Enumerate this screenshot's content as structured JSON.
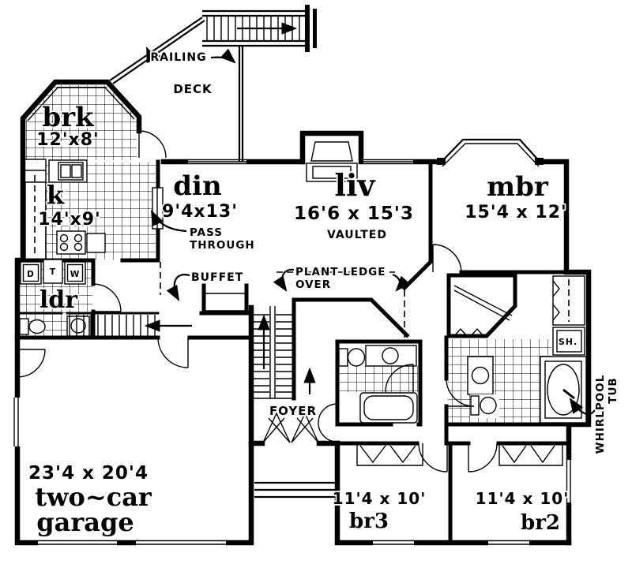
{
  "document": {
    "kind": "house floor plan, main level, black ink on white"
  },
  "colors": {
    "ink": "#000000",
    "paper": "#ffffff"
  },
  "rooms": {
    "breakfast": {
      "name": "brk",
      "dim": "12'x8'"
    },
    "kitchen": {
      "name": "k",
      "dim": "14'x9'"
    },
    "dining": {
      "name": "din",
      "dim": "9'4x13'"
    },
    "living": {
      "name": "liv",
      "dim": "16'6 x 15'3",
      "note": "VAULTED"
    },
    "master_bedroom": {
      "name": "mbr",
      "dim": "15'4 x 12'"
    },
    "laundry": {
      "name": "ldr"
    },
    "foyer": {
      "label": "FOYER"
    },
    "garage": {
      "dim": "23'4 x 20'4",
      "name1": "two~car",
      "name2": "garage"
    },
    "bedroom3": {
      "dim": "11'4 x 10'",
      "name": "br3"
    },
    "bedroom2": {
      "dim": "11'4 x 10'",
      "name": "br2"
    }
  },
  "annotations": {
    "railing": "RAILING",
    "deck": "DECK",
    "pass_through": [
      "PASS",
      "THROUGH"
    ],
    "buffet": "BUFFET",
    "plant_ledge": [
      "PLANT LEDGE",
      "OVER"
    ],
    "whirlpool": [
      "WHIRLPOOL",
      "TUB"
    ],
    "shower": "SH."
  },
  "appliances": {
    "dryer": "D",
    "laundry_tub": "T",
    "washer": "W"
  }
}
